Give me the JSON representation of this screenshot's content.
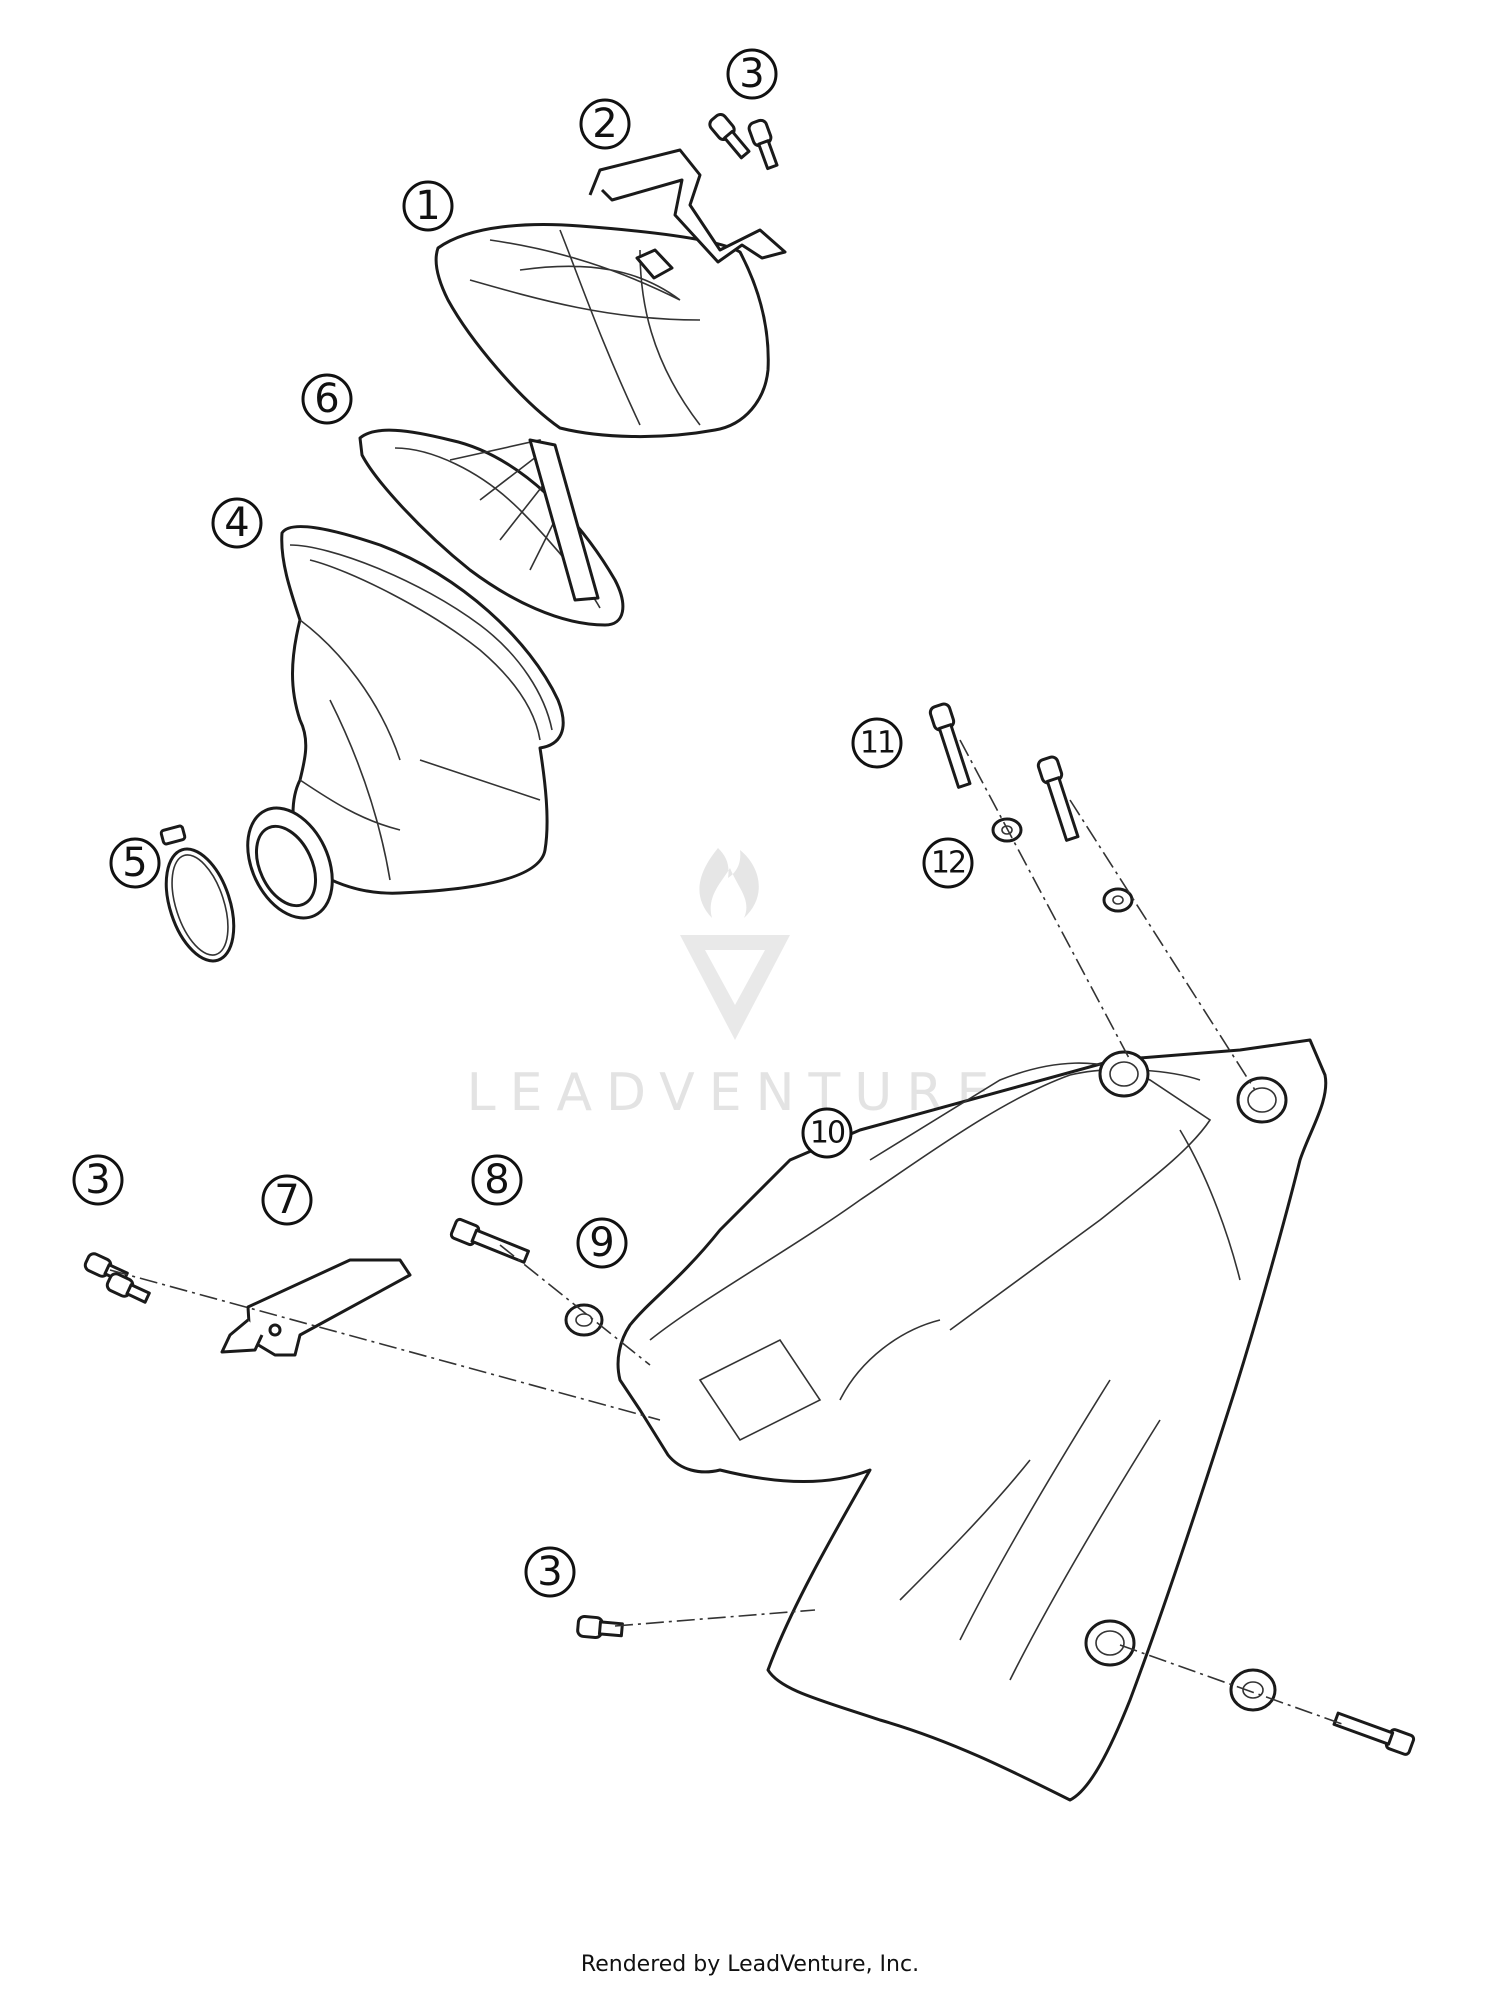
{
  "callouts": [
    {
      "id": "1",
      "label": "1"
    },
    {
      "id": "2",
      "label": "2"
    },
    {
      "id": "3a",
      "label": "3"
    },
    {
      "id": "6",
      "label": "6"
    },
    {
      "id": "4",
      "label": "4"
    },
    {
      "id": "5",
      "label": "5"
    },
    {
      "id": "11",
      "label": "11"
    },
    {
      "id": "12",
      "label": "12"
    },
    {
      "id": "10",
      "label": "10"
    },
    {
      "id": "3b",
      "label": "3"
    },
    {
      "id": "7",
      "label": "7"
    },
    {
      "id": "8",
      "label": "8"
    },
    {
      "id": "9",
      "label": "9"
    },
    {
      "id": "3c",
      "label": "3"
    }
  ],
  "watermark": {
    "text": "LEADVENTURE"
  },
  "footer": {
    "text": "Rendered by LeadVenture, Inc."
  },
  "colors": {
    "line": "#1a1a1a",
    "watermark": "#e3e3e3",
    "background": "#ffffff"
  }
}
